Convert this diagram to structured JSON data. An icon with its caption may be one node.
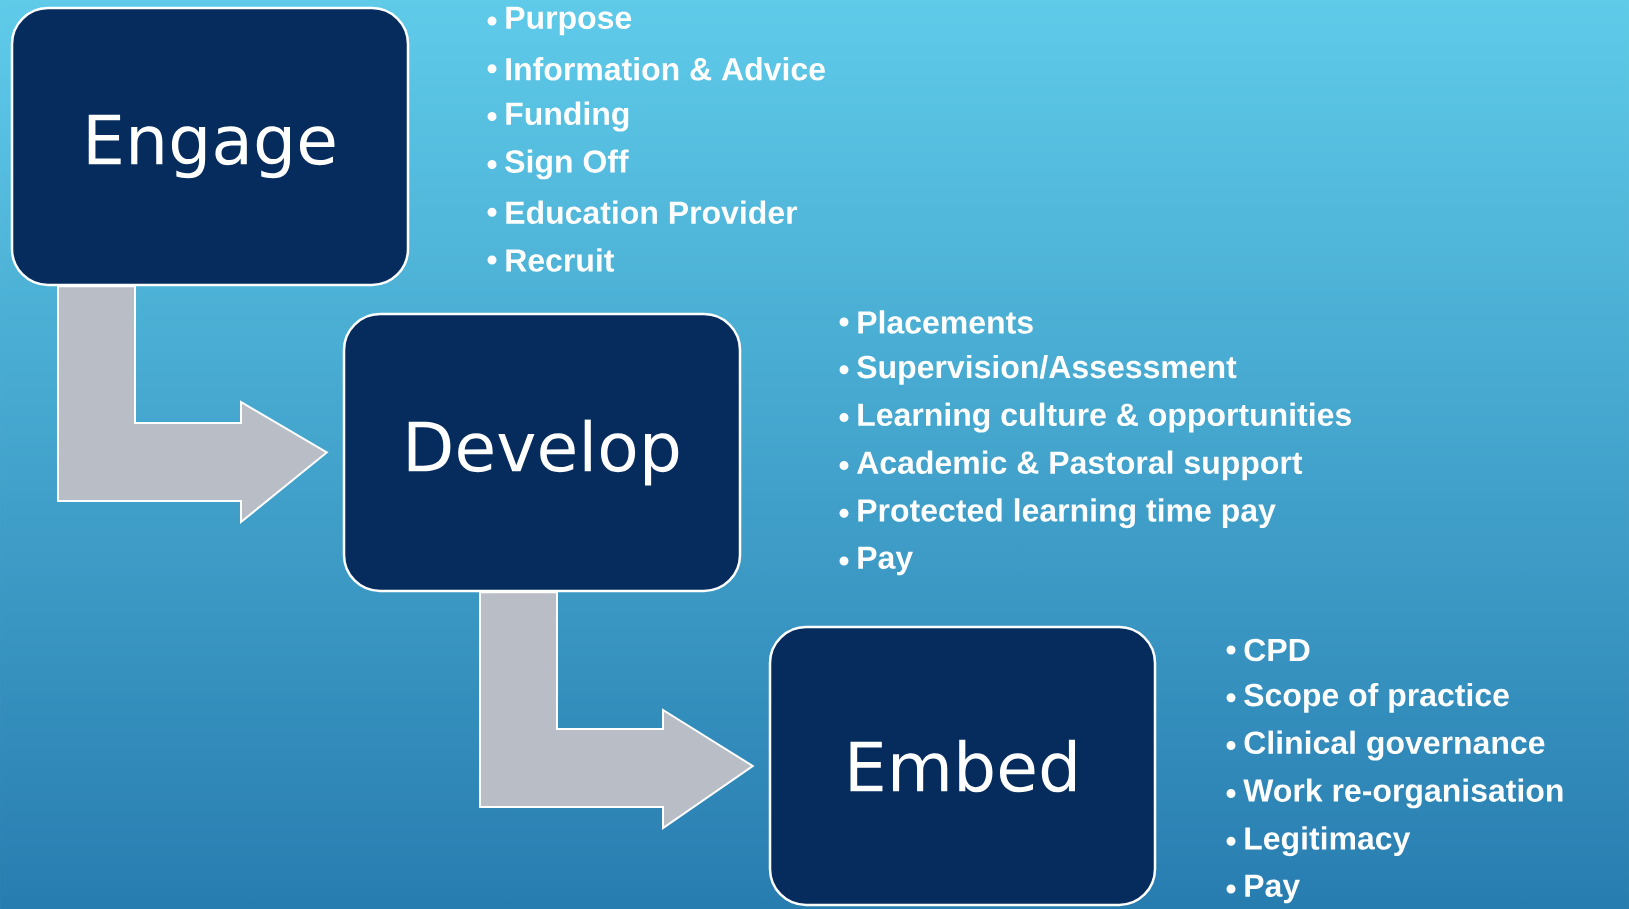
{
  "diagram": {
    "nodes": [
      {
        "text": [
          "Engage"
        ],
        "beside": [
          "Purpose",
          "Information & Advice",
          "Funding",
          "Sign Off",
          "Education Provider",
          "Recruit"
        ]
      },
      {
        "text": [
          "Develop"
        ],
        "beside": [
          "Placements",
          "Supervision/Assessment",
          "Learning culture & opportunities",
          "Academic & Pastoral support",
          "Protected learning time pay",
          "Pay"
        ]
      },
      {
        "text": [
          "Embed"
        ],
        "beside": [
          "CPD",
          "Scope of practice",
          "Clinical governance",
          "Work re-organisation",
          "Legitimacy",
          "Pay"
        ]
      }
    ],
    "edges": [
      {
        "from": 0,
        "to": 1,
        "arrow": "to"
      },
      {
        "from": 1,
        "to": 2,
        "arrow": "to"
      }
    ]
  }
}
